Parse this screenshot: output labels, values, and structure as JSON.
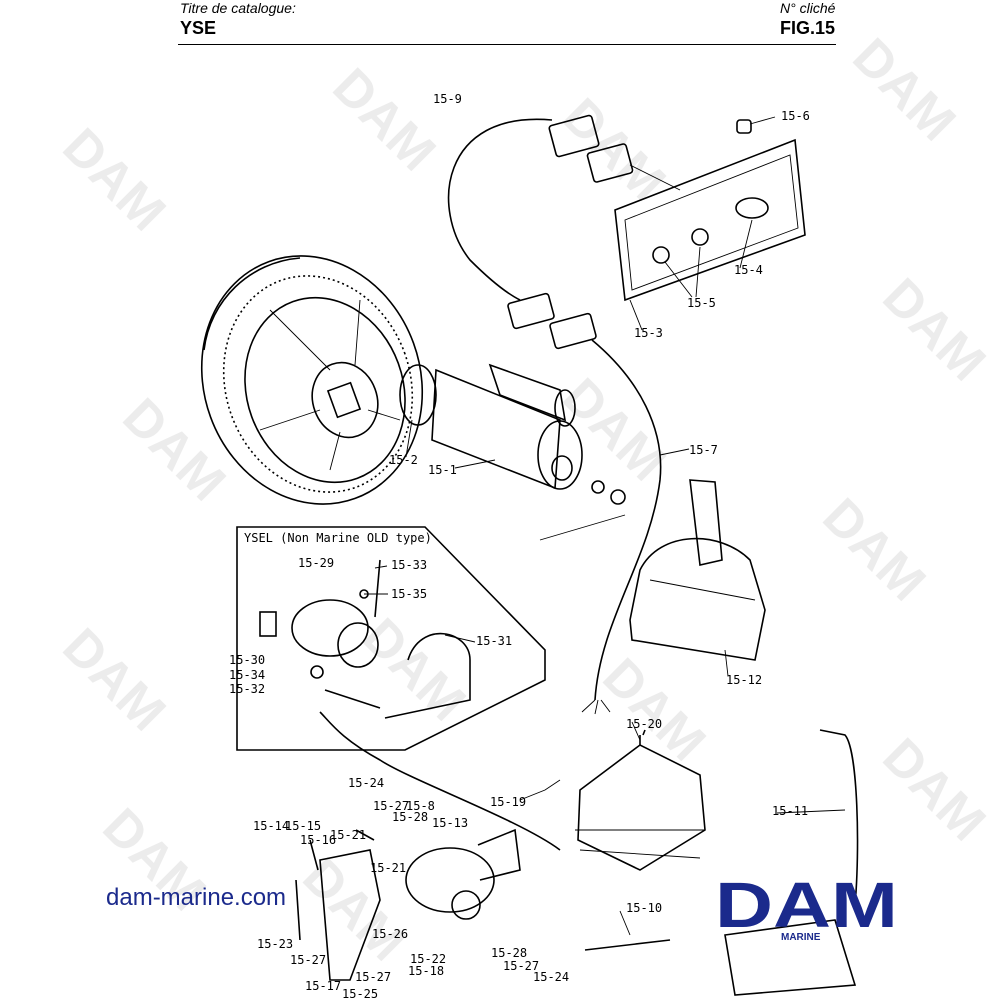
{
  "header": {
    "catalog_label": "Titre de catalogue:",
    "catalog_value": "YSE",
    "plate_label": "N° cliché",
    "plate_value": "FIG.15"
  },
  "inset": {
    "title": "YSEL (Non Marine OLD type)"
  },
  "callouts": {
    "c15_9": "15-9",
    "c15_6": "15-6",
    "c15_4": "15-4",
    "c15_5": "15-5",
    "c15_3": "15-3",
    "c15_2": "15-2",
    "c15_1": "15-1",
    "c15_7": "15-7",
    "c15_12": "15-12",
    "c15_33": "15-33",
    "c15_29": "15-29",
    "c15_35": "15-35",
    "c15_31": "15-31",
    "c15_30": "15-30",
    "c15_34": "15-34",
    "c15_32": "15-32",
    "c15_20": "15-20",
    "c15_24a": "15-24",
    "c15_27a": "15-27",
    "c15_8": "15-8",
    "c15_28a": "15-28",
    "c15_19": "15-19",
    "c15_14": "15-14",
    "c15_15": "15-15",
    "c15_16": "15-16",
    "c15_21a": "15-21",
    "c15_13": "15-13",
    "c15_21b": "15-21",
    "c15_11": "15-11",
    "c15_23": "15-23",
    "c15_26": "15-26",
    "c15_22": "15-22",
    "c15_10": "15-10",
    "c15_27b": "15-27",
    "c15_17": "15-17",
    "c15_27c": "15-27",
    "c15_18": "15-18",
    "c15_25": "15-25",
    "c15_28b": "15-28",
    "c15_27d": "15-27",
    "c15_24b": "15-24"
  },
  "watermark": {
    "text": "DAM"
  },
  "footer": {
    "website": "dam-marine.com"
  },
  "logo": {
    "text": "DAM",
    "subtext": "MARINE",
    "color": "#1b2a8c"
  }
}
